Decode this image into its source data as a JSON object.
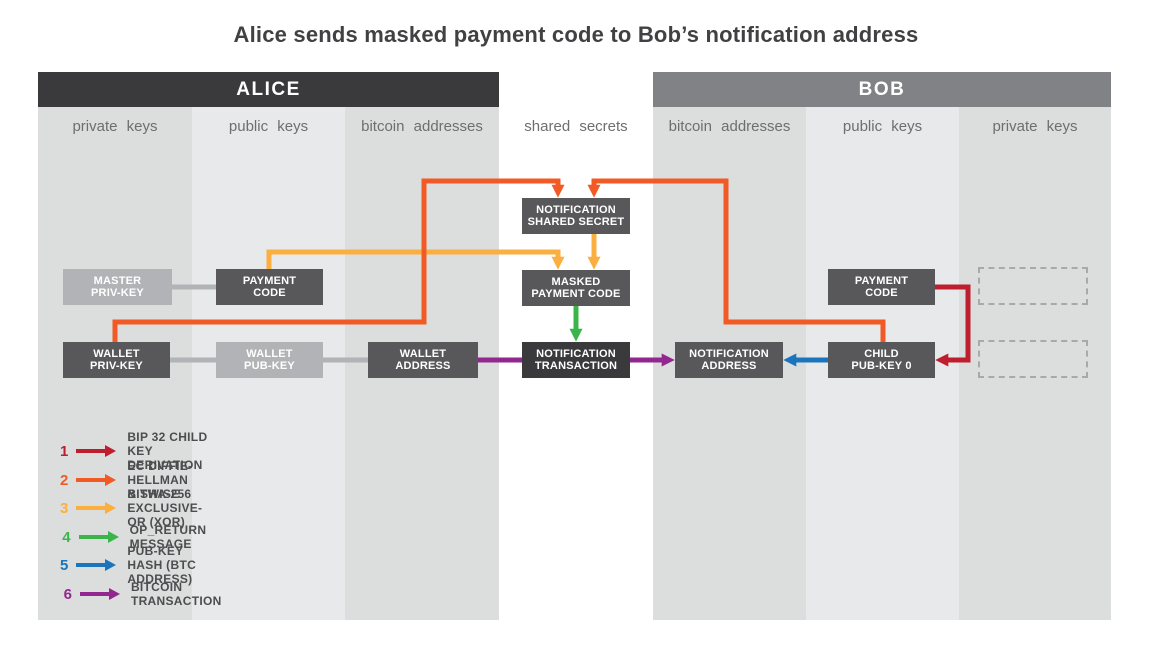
{
  "title": "Alice sends masked payment code to Bob’s notification address",
  "panels": {
    "alice": {
      "title": "ALICE",
      "columns": [
        "private keys",
        "public keys",
        "bitcoin addresses"
      ]
    },
    "shared": {
      "column": "shared secrets"
    },
    "bob": {
      "title": "BOB",
      "columns": [
        "bitcoin addresses",
        "public keys",
        "private keys"
      ]
    }
  },
  "boxes": {
    "master_priv_key": "MASTER\nPRIV-KEY",
    "payment_code_alice": "PAYMENT\nCODE",
    "wallet_priv_key": "WALLET\nPRIV-KEY",
    "wallet_pub_key": "WALLET\nPUB-KEY",
    "wallet_address": "WALLET\nADDRESS",
    "notification_shared_secret": "NOTIFICATION\nSHARED SECRET",
    "masked_payment_code": "MASKED\nPAYMENT CODE",
    "notification_transaction": "NOTIFICATION\nTRANSACTION",
    "notification_address": "NOTIFICATION\nADDRESS",
    "payment_code_bob": "PAYMENT\nCODE",
    "child_pub_key_0": "CHILD\nPUB-KEY 0"
  },
  "legend": {
    "items": [
      {
        "number": "1",
        "color": "#be1e2d",
        "label": "BIP 32 CHILD KEY DERIVATION"
      },
      {
        "number": "2",
        "color": "#f15a24",
        "label": "EC DIFFIE-HELLMAN & SHA-256"
      },
      {
        "number": "3",
        "color": "#fbaf3f",
        "label": "BITWISE EXCLUSIVE-OR (XOR)"
      },
      {
        "number": "4",
        "color": "#3bb54a",
        "label": "OP_RETURN MESSAGE"
      },
      {
        "number": "5",
        "color": "#1b75bc",
        "label": "PUB-KEY HASH (BTC ADDRESS)"
      },
      {
        "number": "6",
        "color": "#92278f",
        "label": "BITCOIN TRANSACTION"
      }
    ]
  },
  "colors": {
    "red": "#be1e2d",
    "orange": "#f15a24",
    "yellow": "#fbaf3f",
    "green": "#3bb54a",
    "blue": "#1b75bc",
    "purple": "#92278f",
    "header_alice": "#3a3a3c",
    "header_bob": "#808285",
    "box_dark": "#58585a",
    "box_light": "#b1b3b6",
    "box_darkest": "#3a3a3c",
    "column_dark": "#dcdddd",
    "column_light": "#e8e9ea",
    "connector_gray": "#b1b3b6"
  }
}
